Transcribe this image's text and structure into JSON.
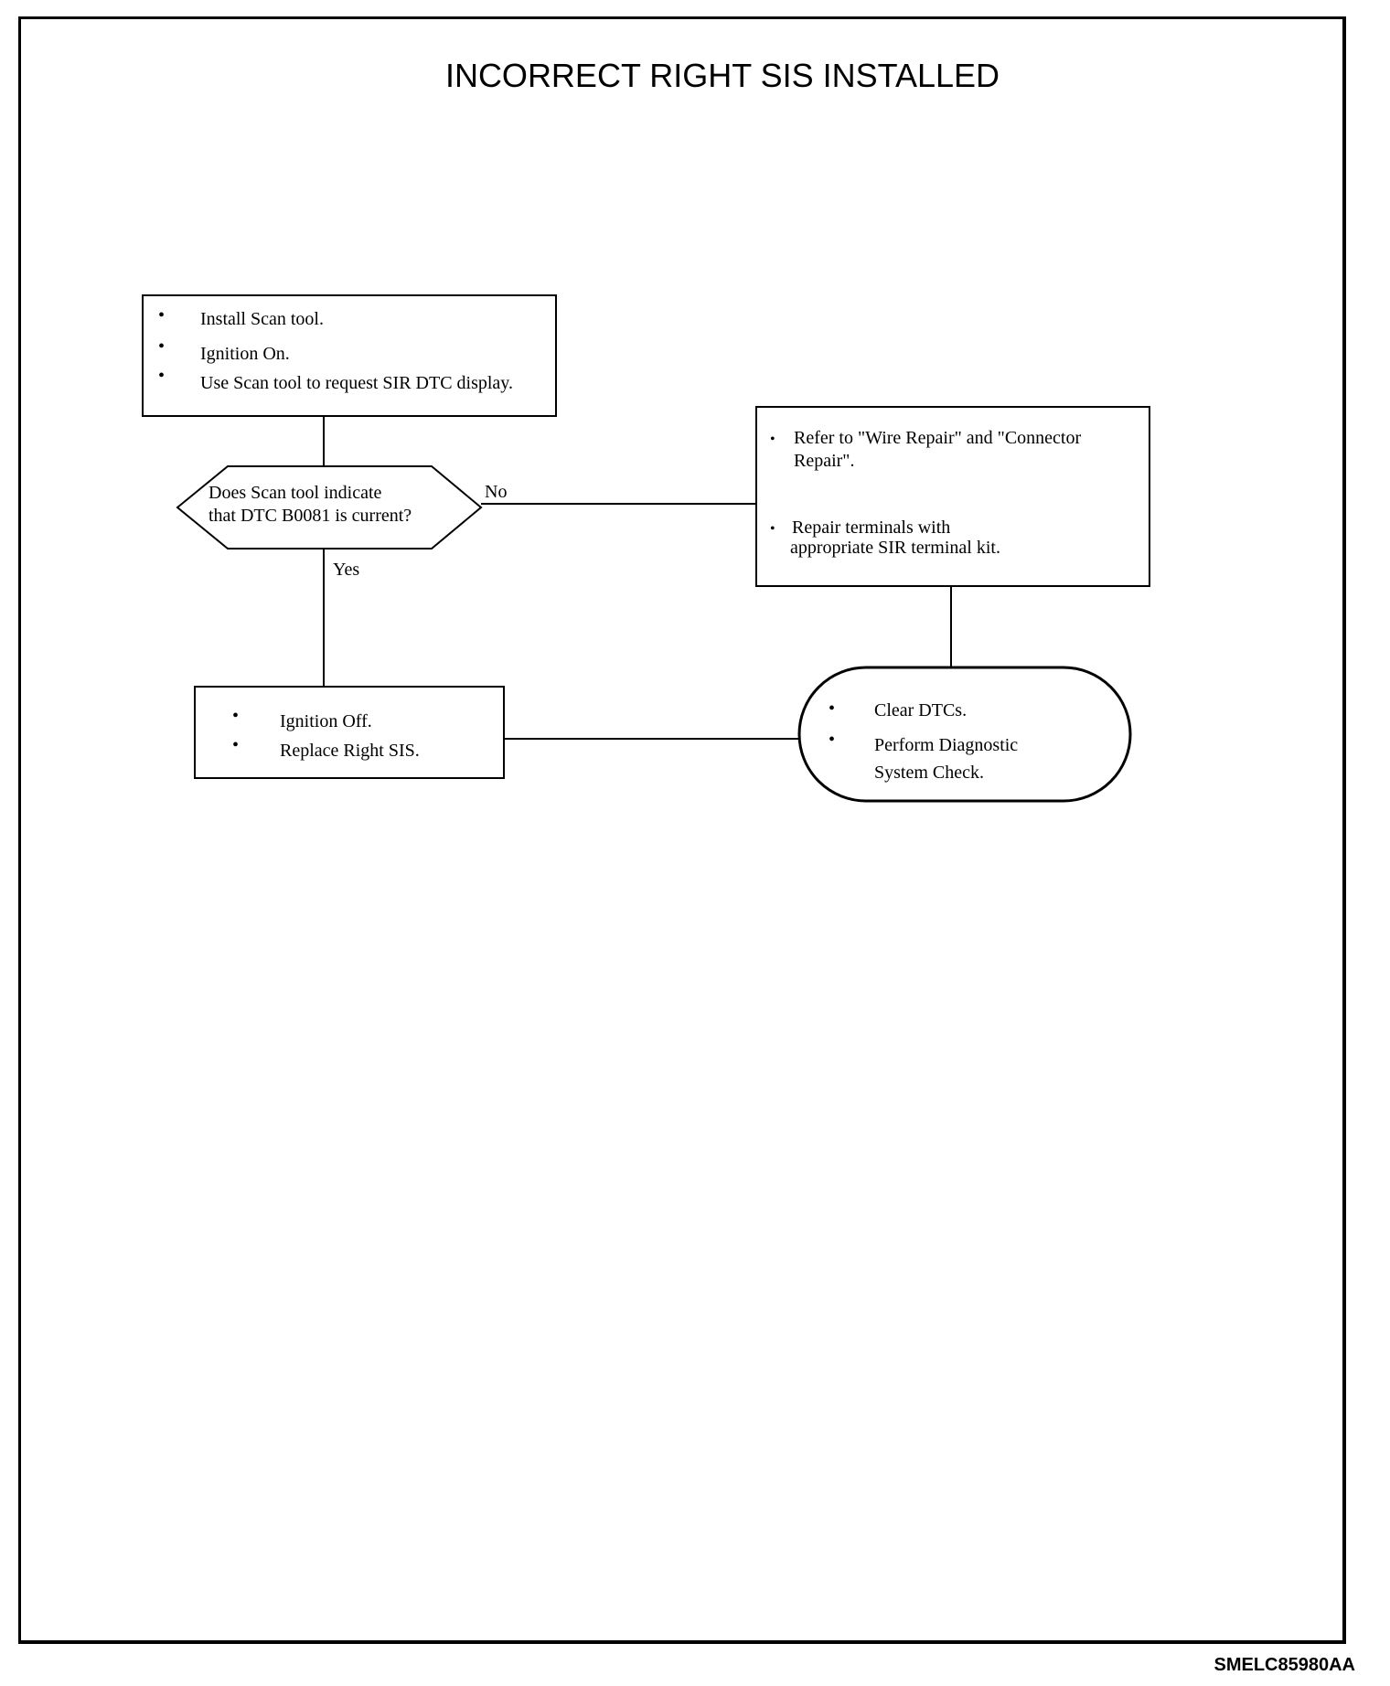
{
  "diagram": {
    "title": "INCORRECT RIGHT SIS INSTALLED",
    "document_id": "SMELC85980AA",
    "step_install": {
      "items": [
        "Install Scan tool.",
        "Ignition On.",
        "Use Scan tool to request SIR DTC display."
      ]
    },
    "decision": {
      "lines": [
        "Does Scan tool indicate",
        "that DTC B0081 is current?"
      ],
      "no_label": "No",
      "yes_label": "Yes"
    },
    "step_repair": {
      "items": [
        [
          "Refer to \"Wire Repair\" and \"Connector",
          "Repair\"."
        ],
        [
          "Repair terminals with",
          "appropriate SIR terminal kit."
        ]
      ]
    },
    "step_replace": {
      "items": [
        "Ignition Off.",
        "Replace Right SIS."
      ]
    },
    "step_clear": {
      "items": [
        [
          "Clear DTCs."
        ],
        [
          "Perform Diagnostic",
          "System Check."
        ]
      ]
    },
    "bullet_char": "•"
  }
}
